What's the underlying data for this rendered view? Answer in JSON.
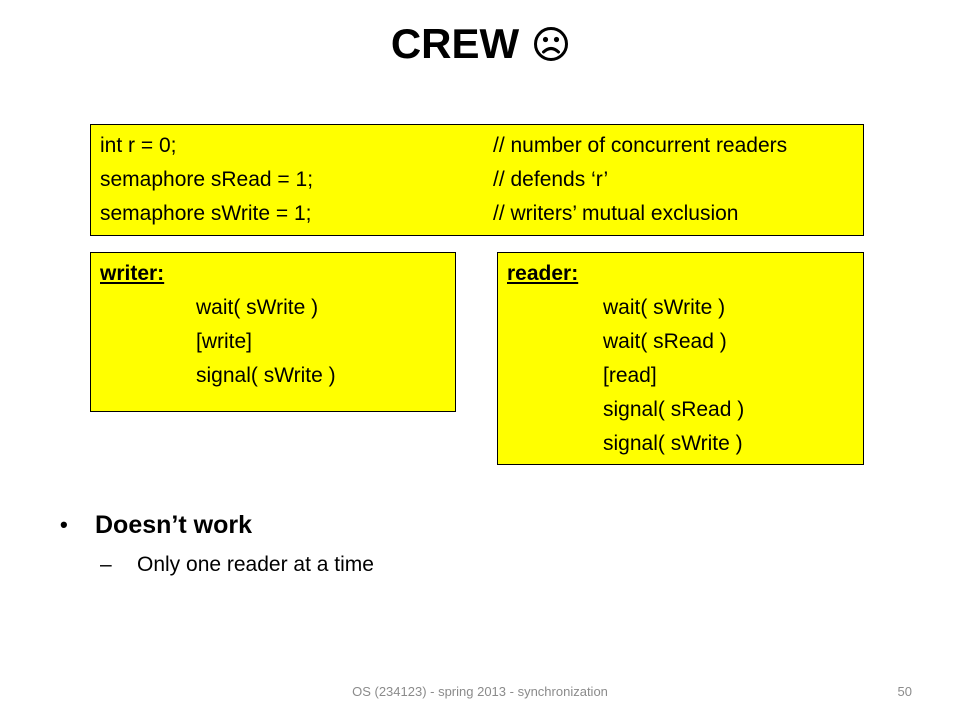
{
  "slide": {
    "title": "CREW",
    "title_icon": "frowning-face-icon",
    "declarations": [
      {
        "code": "int r = 0;",
        "comment": "// number of concurrent readers"
      },
      {
        "code": "semaphore sRead = 1;",
        "comment": "// defends ‘r’"
      },
      {
        "code": "semaphore sWrite = 1;",
        "comment": "// writers’ mutual exclusion"
      }
    ],
    "writer": {
      "header": "writer:",
      "lines": [
        "wait( sWrite )",
        "[write]",
        "signal( sWrite )"
      ]
    },
    "reader": {
      "header": "reader:",
      "lines": [
        "wait( sWrite )",
        "wait( sRead )",
        "[read]",
        "signal( sRead )",
        "signal( sWrite )"
      ]
    },
    "bullet": "Doesn’t work",
    "sub_bullet": "Only one reader at a time",
    "footer_text": "OS (234123) - spring 2013 - synchronization",
    "page_number": "50",
    "box_color": "#ffff00",
    "footer_color": "#8b8b8b"
  }
}
